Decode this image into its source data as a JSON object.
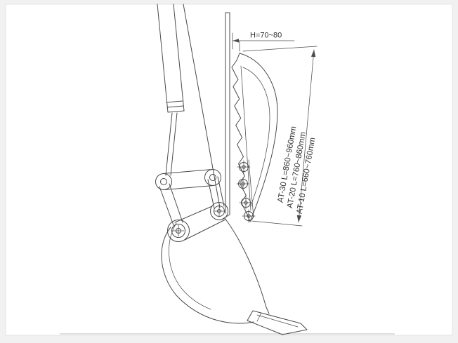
{
  "page": {
    "background": "#f1f1f1",
    "sheet_color": "#ffffff",
    "line_color": "#4a4a4a",
    "text_color": "#333333",
    "ground_line_color": "#bcbcbc"
  },
  "diagram": {
    "type": "technical-drawing",
    "dimensions": {
      "h_label": "H=70~80",
      "length_labels": [
        "AT-30 L=860~960mm",
        "AT-20 L=760~860mm",
        "AT-10 L=660~760mm"
      ]
    }
  }
}
